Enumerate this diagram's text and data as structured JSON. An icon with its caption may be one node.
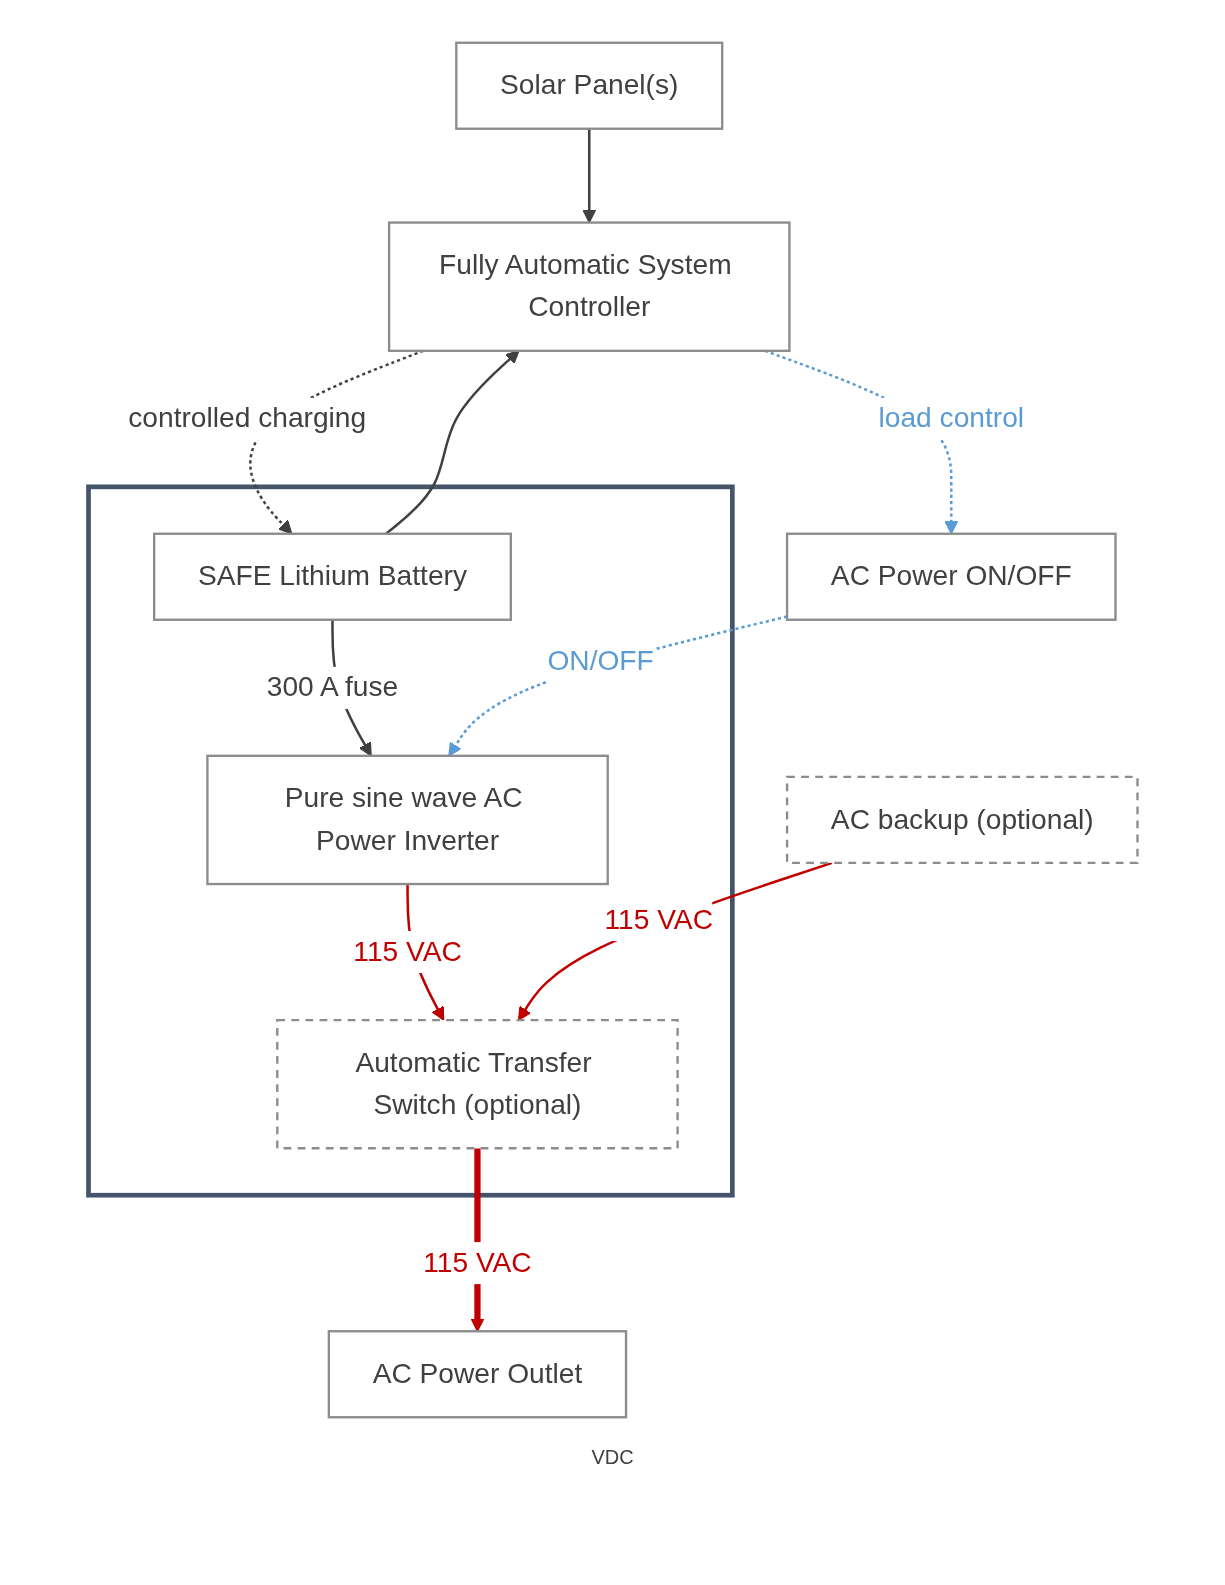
{
  "diagram": {
    "nodes": [
      {
        "text": [
          "Solar Panel(s)"
        ]
      },
      {
        "text": [
          "Fully Automatic System Controller"
        ]
      },
      {
        "text": [],
        "shape": "box"
      },
      {
        "text": [
          "SAFE Lithium Battery"
        ],
        "in": 2
      },
      {
        "text": [
          "AC Power ON/OFF"
        ]
      },
      {
        "text": [
          "Pure sine wave AC Power Inverter"
        ],
        "in": 2
      },
      {
        "text": [
          "AC Power Outlet"
        ]
      },
      {
        "text": [
          "Automatic Transfer Switch (optional)"
        ],
        "in": 2
      },
      {
        "text": [
          "AC backup (optional)"
        ]
      }
    ],
    "edges": [
      {
        "from": 0,
        "to": 1,
        "arrow": "to"
      },
      {
        "from": 3,
        "to": 1,
        "arrow": "to"
      },
      {
        "from": 1,
        "to": 3,
        "arrow": "to",
        "label": "controlled charging",
        "style": "dashed"
      },
      {
        "from": 1,
        "to": 4,
        "arrow": "to",
        "label": "load control",
        "style": "dashed",
        "color": "#5b9bd5"
      },
      {
        "from": 3,
        "to": 5,
        "arrow": "to",
        "label": "300 A fuse"
      },
      {
        "from": 4,
        "to": 5,
        "arrow": "to",
        "label": "ON/OFF",
        "style": "dashed",
        "color": "#5b9bd5"
      },
      {
        "from": 5,
        "to": 7,
        "arrow": "to",
        "label": "115 VAC",
        "color": "#c00000"
      },
      {
        "from": 7,
        "to": 6,
        "arrow": "to",
        "label": "115 VAC",
        "style": "thick",
        "color": "#c00000"
      },
      {
        "from": 8,
        "to": 7,
        "arrow": "to",
        "label": "115 VAC",
        "color": "#c00000"
      }
    ],
    "labels": [
      "VDC"
    ]
  }
}
